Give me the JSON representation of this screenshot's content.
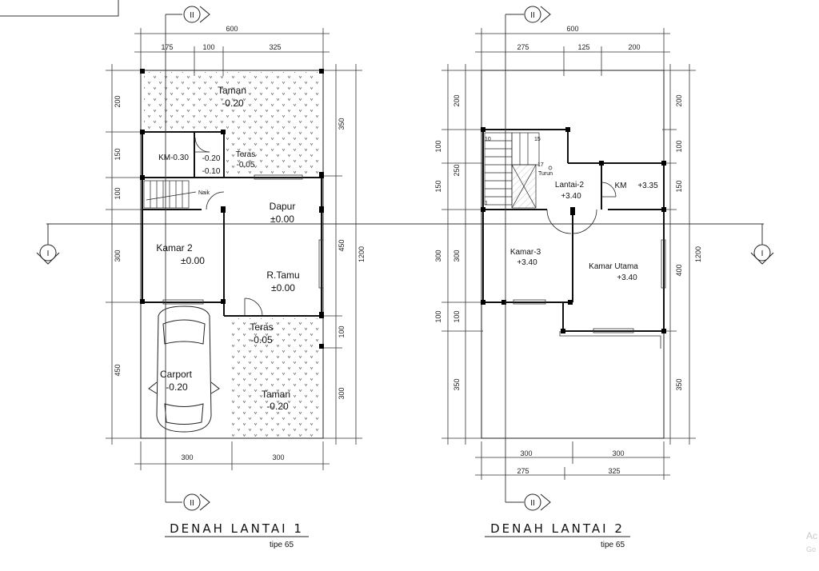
{
  "plan1": {
    "dims_top": [
      "600",
      "175",
      "100",
      "325"
    ],
    "dims_bottom": [
      "300",
      "300"
    ],
    "dims_left": [
      "200",
      "150",
      "100",
      "300",
      "450"
    ],
    "dims_right": [
      "350",
      "450",
      "100",
      "300"
    ],
    "dim_total_height": "1200",
    "rooms": {
      "taman_top": "Taman",
      "taman_top_level": "-0.20",
      "km": "KM-0.30",
      "km_lvl_a": "-0.20",
      "km_lvl_b": "-0.10",
      "teras_small": "Teras",
      "teras_small_level": "-0.05",
      "naik": "Naik",
      "dapur": "Dapur",
      "dapur_level": "±0.00",
      "kamar2": "Kamar  2",
      "kamar2_level": "±0.00",
      "rtamu": "R.Tamu",
      "rtamu_level": "±0.00",
      "teras": "Teras",
      "teras_level": "-0.05",
      "carport": "Carport",
      "carport_level": "-0.20",
      "taman_bottom": "Taman",
      "taman_bottom_level": "-0.20"
    },
    "axis_top": "II",
    "axis_bottom": "II",
    "axis_left": "I",
    "title": "DENAH  LANTAI  1",
    "subtitle": "tipe  65"
  },
  "plan2": {
    "dims_top": [
      "600",
      "275",
      "125",
      "200"
    ],
    "dims_bottom_a": [
      "300",
      "300"
    ],
    "dims_bottom_b": [
      "275",
      "325"
    ],
    "dims_left_outer": [
      "200",
      "250",
      "300",
      "100",
      "350"
    ],
    "dims_left_inner": [
      "100",
      "150",
      "300",
      "100"
    ],
    "dims_right_inner": [
      "200",
      "100",
      "150",
      "400",
      "350"
    ],
    "dim_total_height": "1200",
    "rooms": {
      "stair_10": "10",
      "stair_15": "15",
      "stair_17": "17",
      "stair_1": "1",
      "turun": "Turun",
      "lantai2": "Lantai-2",
      "lantai2_level": "+3.40",
      "km": "KM",
      "km_level": "+3.35",
      "kamar3": "Kamar-3",
      "kamar3_level": "+3.40",
      "kamar_utama": "Kamar Utama",
      "kamar_utama_level": "+3.40"
    },
    "axis_top": "II",
    "axis_bottom": "II",
    "axis_right": "I",
    "title": "DENAH  LANTAI  2",
    "subtitle": "tipe  65"
  },
  "watermark": [
    "Ac",
    "Go"
  ]
}
